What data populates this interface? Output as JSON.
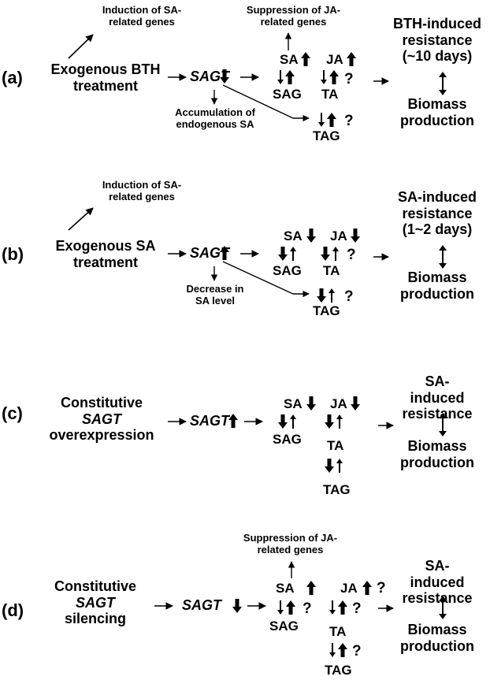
{
  "panels": {
    "a": {
      "label": "(a)",
      "treatment": [
        "Exogenous BTH",
        "treatment"
      ],
      "note_top": [
        "Induction of SA-",
        "related genes"
      ],
      "note_sa": [
        "Accumulation  of",
        "endogenous SA"
      ],
      "note_ja": [
        "Suppression of JA-",
        "related genes"
      ],
      "sagt": "SAGT",
      "sa": "SA",
      "ja": "JA",
      "sag": "SAG",
      "ta": "TA",
      "tag": "TAG",
      "resistance": [
        "BTH-induced",
        "resistance",
        "(~10 days)"
      ],
      "biomass": [
        "Biomass",
        "production"
      ]
    },
    "b": {
      "label": "(b)",
      "treatment": [
        "Exogenous SA",
        "treatment"
      ],
      "note_top": [
        "Induction of SA-",
        "related genes"
      ],
      "note_sa": [
        "Decrease in",
        "SA level"
      ],
      "sagt": "SAGT",
      "sa": "SA",
      "ja": "JA",
      "sag": "SAG",
      "ta": "TA",
      "tag": "TAG",
      "resistance": [
        "SA-induced",
        "resistance",
        "(1~2 days)"
      ],
      "biomass": [
        "Biomass",
        "production"
      ]
    },
    "c": {
      "label": "(c)",
      "treatment": [
        "Constitutive",
        "SAGT",
        "overexpression"
      ],
      "sagt": "SAGT",
      "sa": "SA",
      "ja": "JA",
      "sag": "SAG",
      "ta": "TA",
      "tag": "TAG",
      "resistance": [
        "SA-",
        "induced",
        "resistance"
      ],
      "biomass": [
        "Biomass",
        "production"
      ]
    },
    "d": {
      "label": "(d)",
      "treatment": [
        "Constitutive",
        "SAGT",
        "silencing"
      ],
      "note_ja": [
        "Suppression of JA-",
        "related genes"
      ],
      "sagt": "SAGT",
      "sa": "SA",
      "ja": "JA",
      "sag": "SAG",
      "ta": "TA",
      "tag": "TAG",
      "resistance": [
        "SA-",
        "induced",
        "resistance"
      ],
      "biomass": [
        "Biomass",
        "production"
      ]
    }
  },
  "question_mark": "?",
  "colors": {
    "ink": "#000000",
    "background": "#ffffff"
  }
}
